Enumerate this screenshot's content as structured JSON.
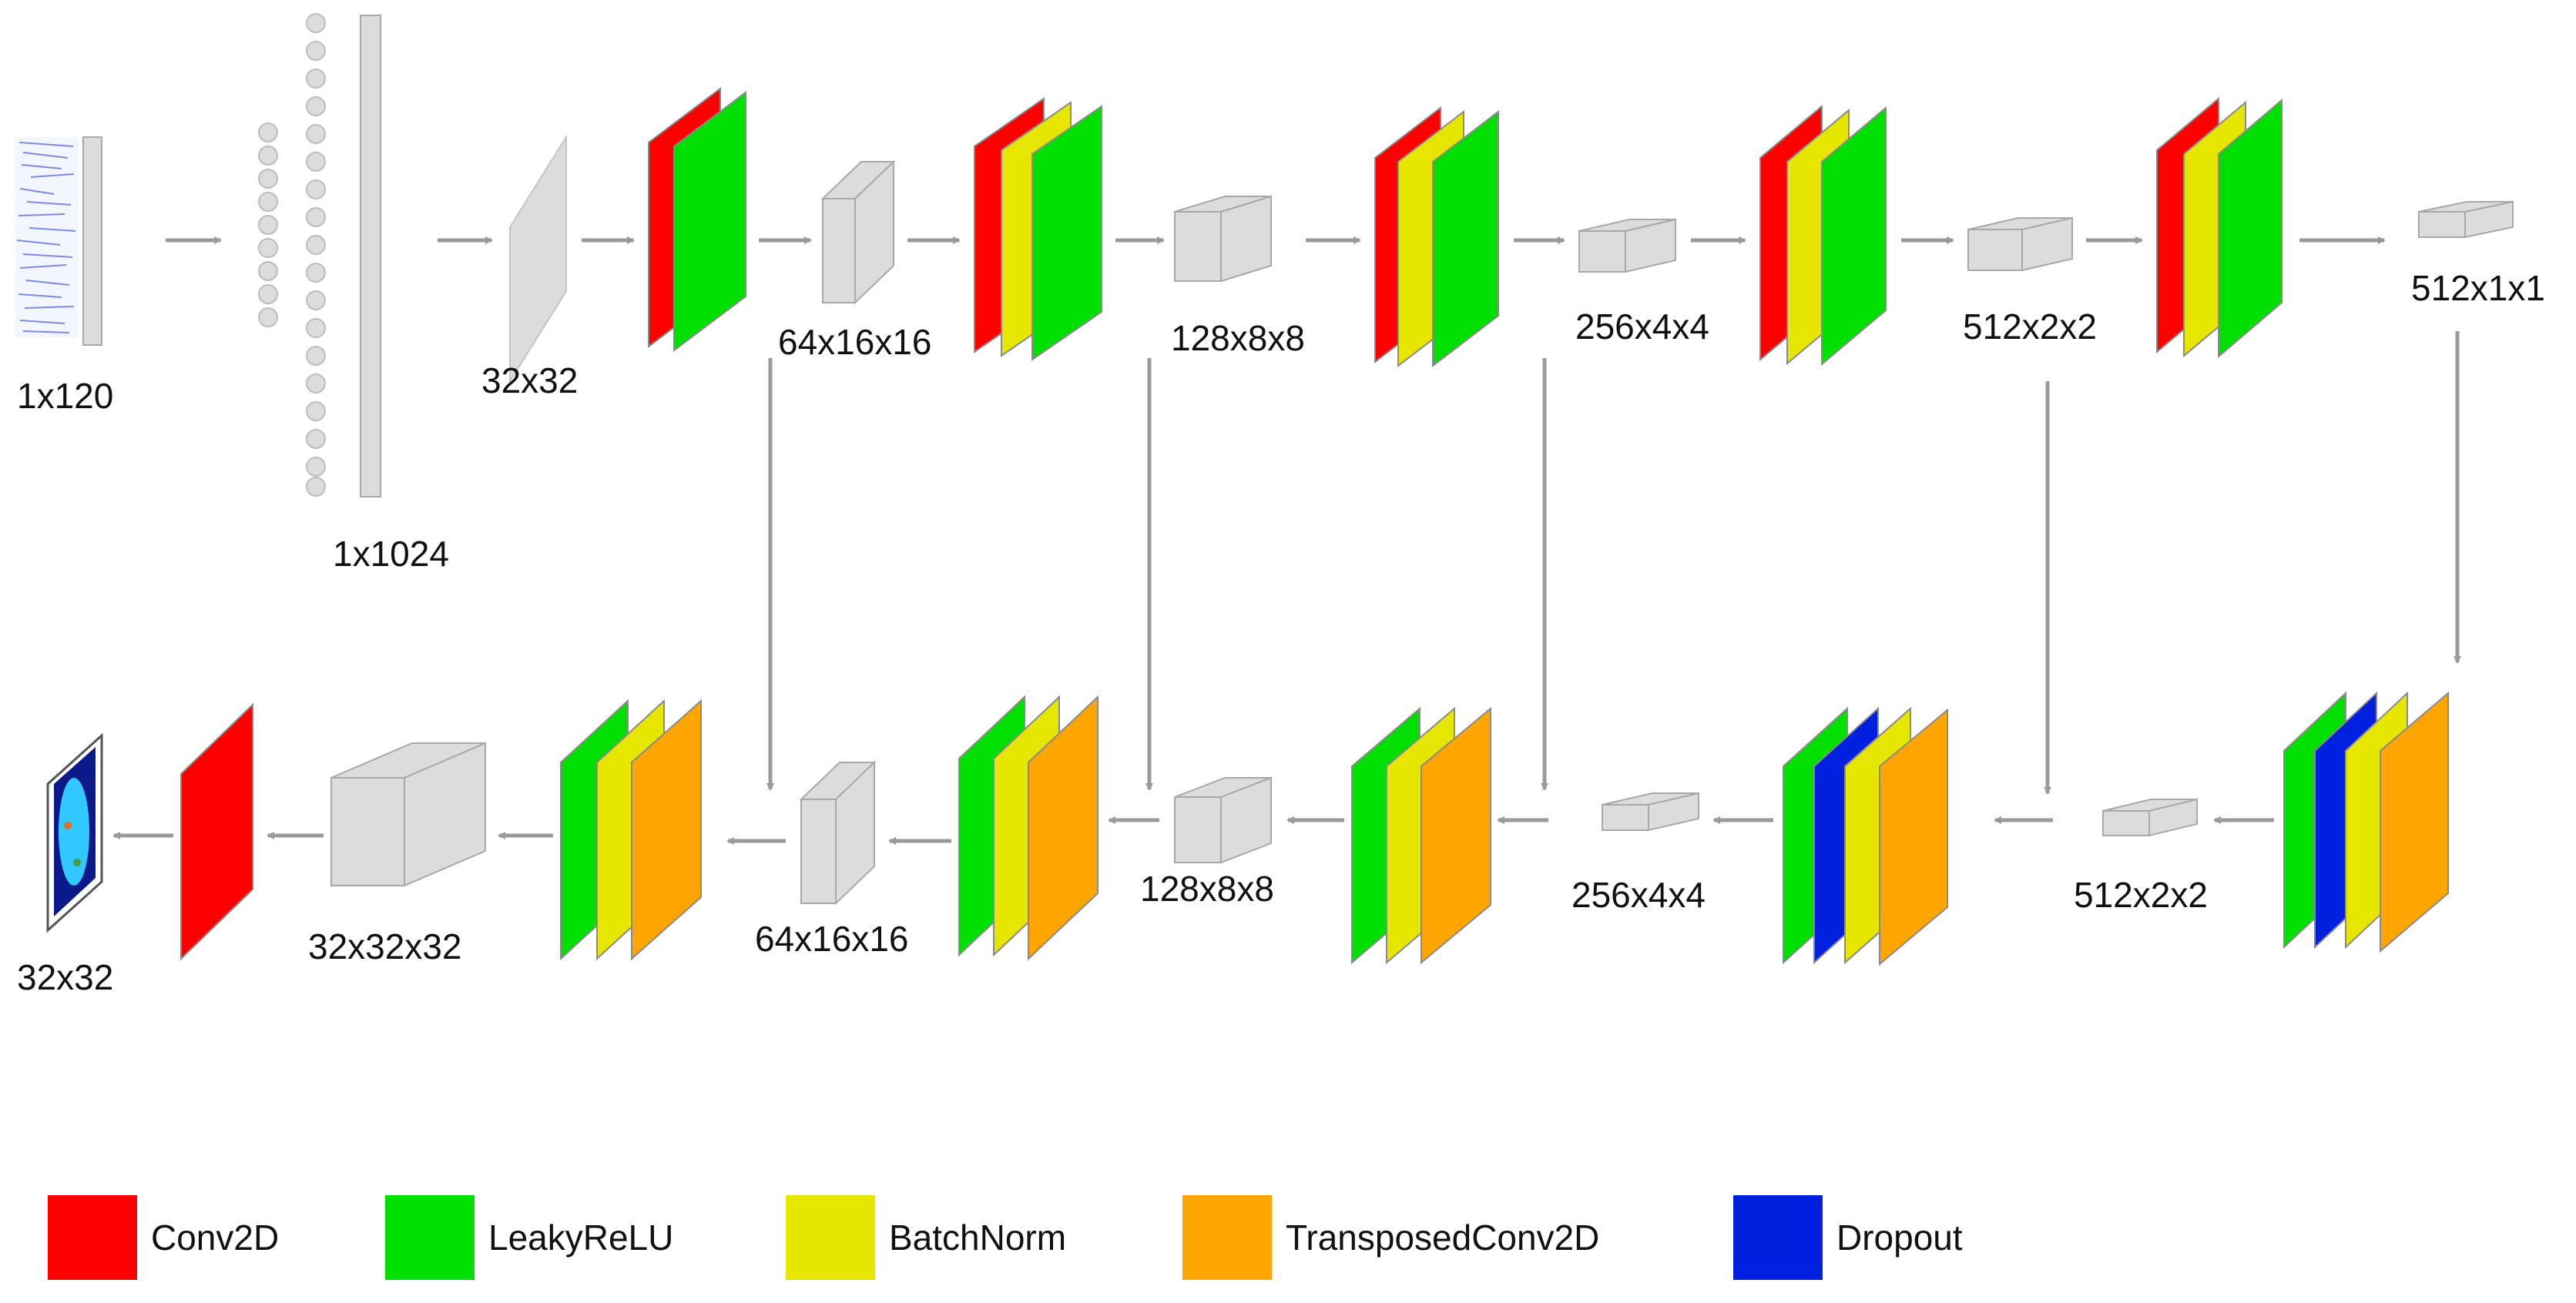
{
  "colors": {
    "conv2d": "#ff0000",
    "leaky_relu": "#00e000",
    "batch_norm": "#e6e600",
    "transposed_conv2d": "#ffa500",
    "dropout": "#0020e0",
    "tensor_fill": "#dcdcdc",
    "tensor_stroke": "#a8a8a8",
    "arrow": "#9a9a9a"
  },
  "labels": {
    "input_vec": "1x120",
    "dense": "1x1024",
    "enc_in": "32x32",
    "enc1": "64x16x16",
    "enc2": "128x8x8",
    "enc3": "256x4x4",
    "enc4": "512x2x2",
    "bottleneck": "512x1x1",
    "dec4": "512x2x2",
    "dec3": "256x4x4",
    "dec2": "128x8x8",
    "dec1": "64x16x16",
    "dec0": "32x32x32",
    "output": "32x32"
  },
  "legend": [
    {
      "key": "conv2d",
      "label": "Conv2D",
      "color": "#ff0000"
    },
    {
      "key": "leaky_relu",
      "label": "LeakyReLU",
      "color": "#00e000"
    },
    {
      "key": "batch_norm",
      "label": "BatchNorm",
      "color": "#e6e600"
    },
    {
      "key": "transposed_conv2d",
      "label": "TransposedConv2D",
      "color": "#ffa500"
    },
    {
      "key": "dropout",
      "label": "Dropout",
      "color": "#0020e0"
    }
  ]
}
